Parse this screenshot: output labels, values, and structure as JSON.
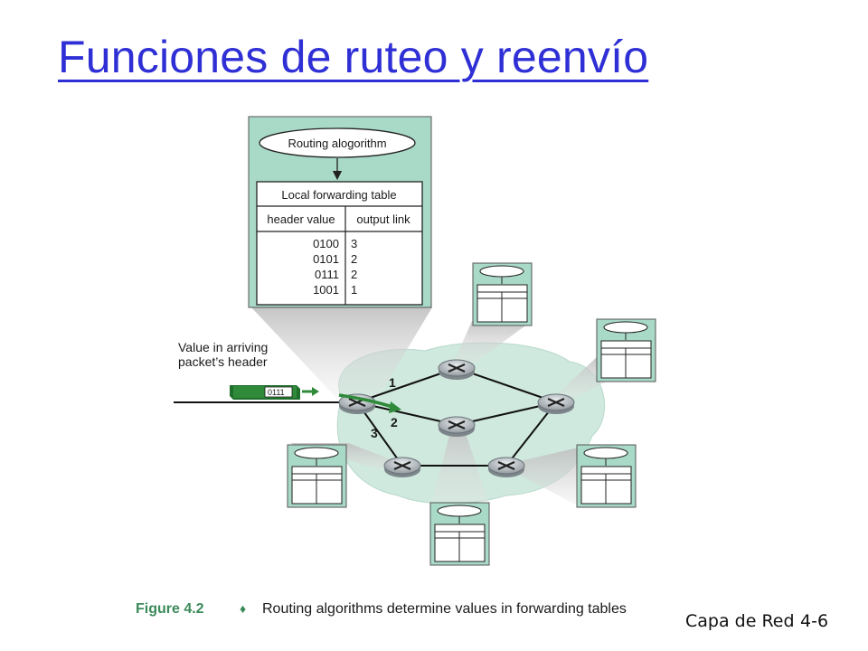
{
  "title": "Funciones de ruteo y reenvío",
  "figure": {
    "routing_algorithm_label": "Routing alogorithm",
    "table_title": "Local forwarding table",
    "col_header_value": "header value",
    "col_output_link": "output link",
    "rows": [
      {
        "header": "0100",
        "link": "3"
      },
      {
        "header": "0101",
        "link": "2"
      },
      {
        "header": "0111",
        "link": "2"
      },
      {
        "header": "1001",
        "link": "1"
      }
    ],
    "arriving_label_line1": "Value in arriving",
    "arriving_label_line2": "packet’s header",
    "packet_value": "0111",
    "link_labels": [
      "1",
      "2",
      "3"
    ],
    "caption_number": "Figure 4.2",
    "caption_bullet": "♦",
    "caption_text": "Routing algorithms determine values in forwarding tables"
  },
  "footer": {
    "chapter": "Capa de Red",
    "page": "4-6"
  },
  "colors": {
    "title": "#2f2fd6",
    "panel_green": "#a9d9c7",
    "cloud_green": "#cfe9de",
    "packet_green": "#2f8a3a"
  }
}
